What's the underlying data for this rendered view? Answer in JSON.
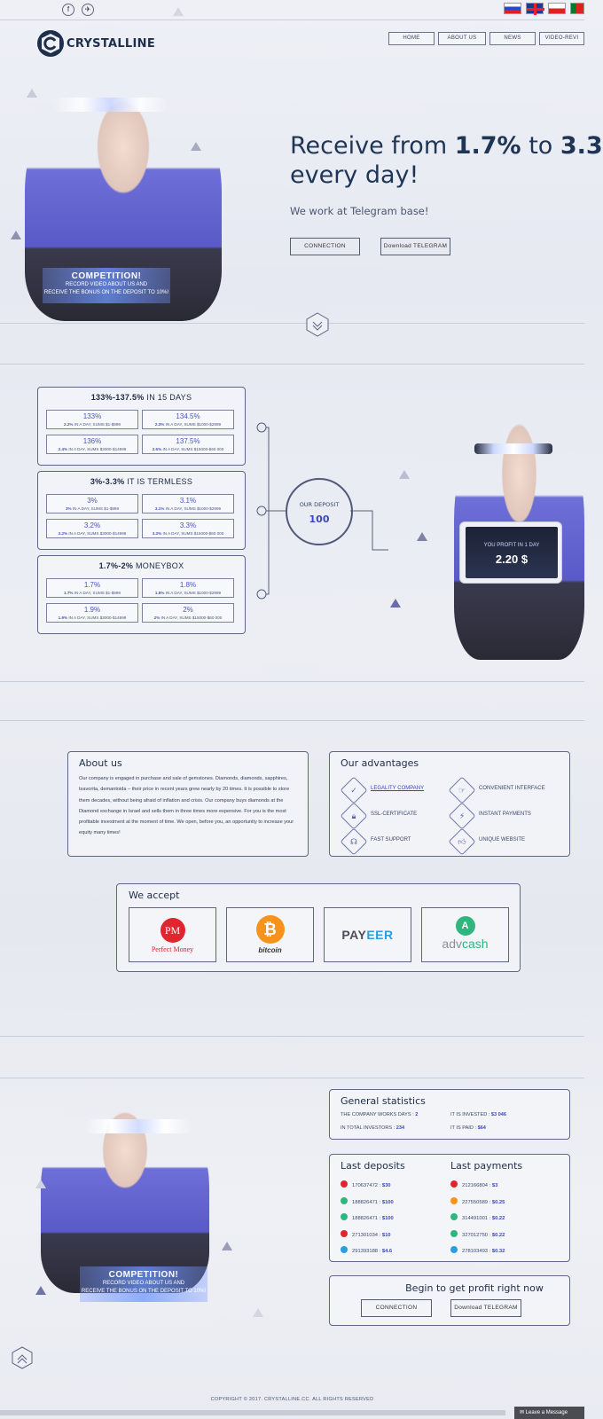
{
  "header": {
    "brand": "CRYSTALLINE",
    "social": [
      "f",
      "✈"
    ],
    "nav": [
      "HOME",
      "ABOUT US",
      "NEWS",
      "VIDEO-REVI"
    ],
    "colors": {
      "accent": "#3a44c8",
      "ink": "#1f3556"
    },
    "flags": [
      "ru",
      "gb",
      "pl",
      "pt"
    ]
  },
  "hero": {
    "title_pre": "Receive from ",
    "rate_low": "1.7%",
    "title_mid": " to ",
    "rate_high": "3.3",
    "title_line2": "every day!",
    "subtitle": "We work at Telegram base!",
    "btn_connection": "CONNECTION",
    "btn_telegram": "Download TELEGRAM"
  },
  "competition": {
    "title": "COMPETITION!",
    "line1": "RECORD VIDEO ABOUT US AND",
    "line2": "RECEIVE THE BONUS ON THE DEPOSIT TO 10%!"
  },
  "plans": [
    {
      "title_bold": "133%-137.5%",
      "title_rest": " IN 15 DAYS",
      "cells": [
        {
          "value": "133%",
          "rate": "2.2%",
          "desc": " IN A DAY, SUMS $1-$999"
        },
        {
          "value": "134.5%",
          "rate": "2.3%",
          "desc": " IN A DAY, SUMS $1000-$2999"
        },
        {
          "value": "136%",
          "rate": "2.4%",
          "desc": " IN A DAY, SUMS $3000-$14999"
        },
        {
          "value": "137.5%",
          "rate": "2.5%",
          "desc": " IN A DAY, SUMS $15000-$60 000"
        }
      ]
    },
    {
      "title_bold": "3%-3.3%",
      "title_rest": " IT IS TERMLESS",
      "cells": [
        {
          "value": "3%",
          "rate": "3%",
          "desc": " IN A DAY, SUMS $1-$999"
        },
        {
          "value": "3.1%",
          "rate": "3.1%",
          "desc": " IN A DAY, SUMS $1000-$2999"
        },
        {
          "value": "3.2%",
          "rate": "3.2%",
          "desc": " IN A DAY, SUMS $3000-$14999"
        },
        {
          "value": "3.3%",
          "rate": "3.3%",
          "desc": " IN A DAY, SUMS $15000-$60 000"
        }
      ]
    },
    {
      "title_bold": "1.7%-2%",
      "title_rest": " MONEYBOX",
      "cells": [
        {
          "value": "1.7%",
          "rate": "1.7%",
          "desc": " IN A DAY, SUMS $1-$999"
        },
        {
          "value": "1.8%",
          "rate": "1.8%",
          "desc": " IN A DAY, SUMS $1000-$2999"
        },
        {
          "value": "1.9%",
          "rate": "1.9%",
          "desc": " IN A DAY, SUMS $3000-$14999"
        },
        {
          "value": "2%",
          "rate": "2%",
          "desc": " IN A DAY, SUMS $15000-$60 000"
        }
      ]
    }
  ],
  "deposit": {
    "label": "OUR DEPOSIT",
    "value": "100"
  },
  "profit": {
    "label": "YOU PROFIT IN 1 DAY",
    "value": "2.20 $"
  },
  "about": {
    "title": "About us",
    "text": "Our company is engaged in purchase and sale of gemstones. Diamonds, diamonds, sapphires, tsavorita, demantoida – their price in recent years grew nearly by 20 times. It is possible to store them decades, without being afraid of inflation and crisis. Our company buys diamonds at the Diamond exchange in Israel and sells them in three times more expensive. For you is the most profitable investment at the moment of time. We open, before you, an opportunity to increase your equity many times!"
  },
  "advantages": {
    "title": "Our advantages",
    "items": [
      {
        "label": "LEGALITY COMPANY",
        "icon": "check-icon"
      },
      {
        "label": "CONVENIENT INTERFACE",
        "icon": "cursor-icon"
      },
      {
        "label": "SSL-CERTIFICATE",
        "icon": "lock-icon"
      },
      {
        "label": "INSTANT PAYMENTS",
        "icon": "lightning-icon"
      },
      {
        "label": "FAST SUPPORT",
        "icon": "headset-icon"
      },
      {
        "label": "UNIQUE WEBSITE",
        "icon": "thumbs-up-icon"
      }
    ]
  },
  "accept": {
    "title": "We accept",
    "pm": "PM",
    "pm_name": "Perfect Money",
    "btc": "bitcoin",
    "payeer_a": "PAY",
    "payeer_b": "EER",
    "adv_a": "adv",
    "adv_b": "cash"
  },
  "stats": {
    "title": "General statistics",
    "days_label": "THE COMPANY WORKS DAYS : ",
    "days": "2",
    "invested_label": "IT IS INVESTED : ",
    "invested": "$3 046",
    "investors_label": "IN TOTAL INVESTORS : ",
    "investors": "234",
    "paid_label": "IT IS PAID : ",
    "paid": "$64"
  },
  "last_deposits": {
    "title": "Last deposits",
    "rows": [
      {
        "id": "170637472",
        "amount": "$30",
        "sys": "PM"
      },
      {
        "id": "188826471",
        "amount": "$100",
        "sys": "ADV"
      },
      {
        "id": "188826471",
        "amount": "$100",
        "sys": "ADV"
      },
      {
        "id": "271301034",
        "amount": "$10",
        "sys": "PM"
      },
      {
        "id": "291393188",
        "amount": "$4.6",
        "sys": "P"
      }
    ]
  },
  "last_payments": {
    "title": "Last payments",
    "rows": [
      {
        "id": "212166804",
        "amount": "$3",
        "sys": "PM"
      },
      {
        "id": "227550589",
        "amount": "$0.25",
        "sys": "BTC"
      },
      {
        "id": "314491001",
        "amount": "$0.22",
        "sys": "ADV"
      },
      {
        "id": "327012750",
        "amount": "$0.22",
        "sys": "ADV"
      },
      {
        "id": "278103493",
        "amount": "$0.32",
        "sys": "P"
      }
    ]
  },
  "cta": {
    "title": "Begin to get profit right now",
    "btn_connection": "CONNECTION",
    "btn_telegram": "Download TELEGRAM"
  },
  "footer": {
    "copyright": "COPYRIGHT © 2017. CRYSTALLINE.CC. ALL RIGHTS RESERVED",
    "chat": "Leave a Message"
  }
}
